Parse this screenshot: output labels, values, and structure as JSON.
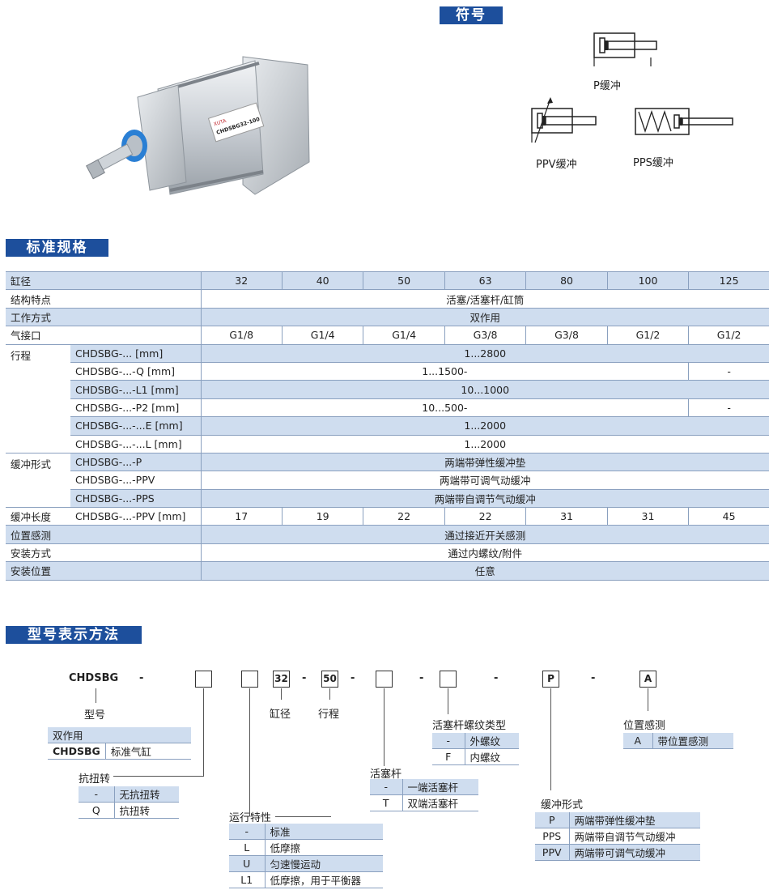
{
  "symbols": {
    "heading": "符号",
    "p_label": "P缓冲",
    "ppv_label": "PPV缓冲",
    "pps_label": "PPS缓冲"
  },
  "photo": {
    "brand": "XUTA",
    "model": "CHDSBG32-100"
  },
  "spec": {
    "heading": "标准规格",
    "rows": {
      "bore": {
        "label": "缸径",
        "values": [
          "32",
          "40",
          "50",
          "63",
          "80",
          "100",
          "125"
        ]
      },
      "structure": {
        "label": "结构特点",
        "value": "活塞/活塞杆/缸筒"
      },
      "operation": {
        "label": "工作方式",
        "value": "双作用"
      },
      "port": {
        "label": "气接口",
        "values": [
          "G1/8",
          "G1/4",
          "G1/4",
          "G3/8",
          "G3/8",
          "G1/2",
          "G1/2"
        ]
      },
      "stroke": {
        "label": "行程",
        "r1": {
          "sub": "CHDSBG-... [mm]",
          "value": "1...2800"
        },
        "r2": {
          "sub": "CHDSBG-...-Q [mm]",
          "value": "1...1500-",
          "last": "-"
        },
        "r3": {
          "sub": "CHDSBG-...-L1 [mm]",
          "value": "10...1000"
        },
        "r4": {
          "sub": "CHDSBG-...-P2 [mm]",
          "value": "10...500-",
          "last": "-"
        },
        "r5": {
          "sub": "CHDSBG-...-...E [mm]",
          "value": "1...2000"
        },
        "r6": {
          "sub": "CHDSBG-...-...L [mm]",
          "value": "1...2000"
        }
      },
      "cushion": {
        "label": "缓冲形式",
        "r1": {
          "sub": "CHDSBG-...-P",
          "value": "两端带弹性缓冲垫"
        },
        "r2": {
          "sub": "CHDSBG-...-PPV",
          "value": "两端带可调气动缓冲"
        },
        "r3": {
          "sub": "CHDSBG-...-PPS",
          "value": "两端带自调节气动缓冲"
        }
      },
      "cushion_length": {
        "label": "缓冲长度",
        "sub": "CHDSBG-...-PPV [mm]",
        "values": [
          "17",
          "19",
          "22",
          "22",
          "31",
          "31",
          "45"
        ]
      },
      "sensing": {
        "label": "位置感测",
        "value": "通过接近开关感测"
      },
      "mounting": {
        "label": "安装方式",
        "value": "通过内螺纹/附件"
      },
      "position": {
        "label": "安装位置",
        "value": "任意"
      }
    }
  },
  "model": {
    "heading": "型号表示方法",
    "code": {
      "prefix": "CHDSBG",
      "dash": "-",
      "bore": "32",
      "stroke": "50",
      "cushion": "P",
      "sensing": "A"
    },
    "captions": {
      "type": "型号",
      "bore": "缸径",
      "stroke": "行程",
      "thread": "活塞杆螺纹类型",
      "sensing": "位置感测",
      "rod": "活塞杆",
      "torsion": "抗扭转",
      "cushion": "缓冲形式",
      "run": "运行特性"
    },
    "type_table": {
      "r1": "双作用",
      "r2_k": "CHDSBG",
      "r2_v": "标准气缸"
    },
    "torsion_table": [
      {
        "k": "-",
        "v": "无抗扭转"
      },
      {
        "k": "Q",
        "v": "抗扭转"
      }
    ],
    "run_table": [
      {
        "k": "-",
        "v": "标准"
      },
      {
        "k": "L",
        "v": "低摩擦"
      },
      {
        "k": "U",
        "v": "匀速慢运动"
      },
      {
        "k": "L1",
        "v": "低摩擦，用于平衡器"
      }
    ],
    "rod_table": [
      {
        "k": "-",
        "v": "一端活塞杆"
      },
      {
        "k": "T",
        "v": "双端活塞杆"
      }
    ],
    "thread_table": [
      {
        "k": "-",
        "v": "外螺纹"
      },
      {
        "k": "F",
        "v": "内螺纹"
      }
    ],
    "cushion_table": [
      {
        "k": "P",
        "v": "两端带弹性缓冲垫"
      },
      {
        "k": "PPS",
        "v": "两端带自调节气动缓冲"
      },
      {
        "k": "PPV",
        "v": "两端带可调气动缓冲"
      }
    ],
    "sensing_table": [
      {
        "k": "A",
        "v": "带位置感测"
      }
    ]
  }
}
